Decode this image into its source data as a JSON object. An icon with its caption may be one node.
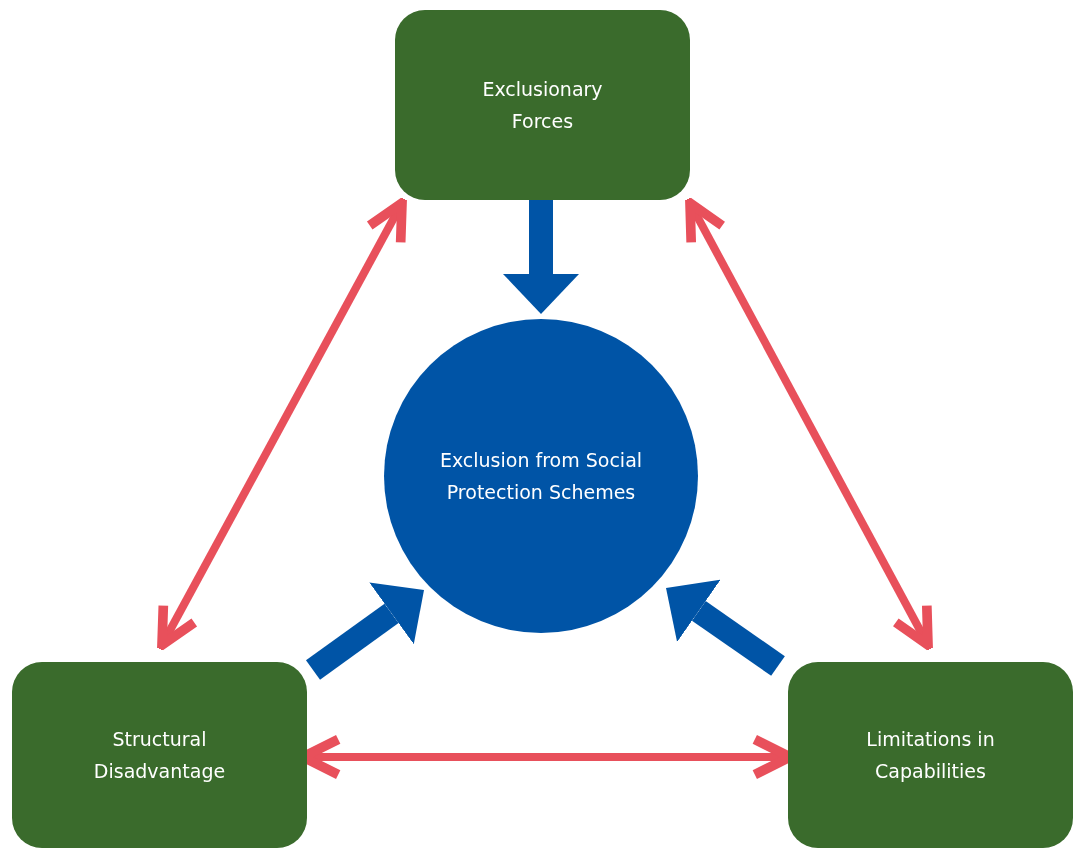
{
  "diagram": {
    "nodes": [
      {
        "text": [
          "Exclusionary Forces"
        ]
      },
      {
        "text": [
          "Exclusion from Social Protection Schemes"
        ]
      },
      {
        "text": [
          "Structural Disadvantage"
        ]
      },
      {
        "text": [
          "Limitations in Capabilities"
        ]
      }
    ],
    "edges": [
      {
        "from": 0,
        "to": 1,
        "arrow": "to",
        "style": "thick",
        "color": "#0054a6"
      },
      {
        "from": 2,
        "to": 1,
        "arrow": "to",
        "style": "thick",
        "color": "#0054a6"
      },
      {
        "from": 3,
        "to": 1,
        "arrow": "to",
        "style": "thick",
        "color": "#0054a6"
      },
      {
        "from": 0,
        "to": 2,
        "arrow": "both",
        "color": "#e8505b"
      },
      {
        "from": 0,
        "to": 3,
        "arrow": "both",
        "color": "#e8505b"
      },
      {
        "from": 2,
        "to": 3,
        "arrow": "both",
        "color": "#e8505b"
      }
    ]
  }
}
